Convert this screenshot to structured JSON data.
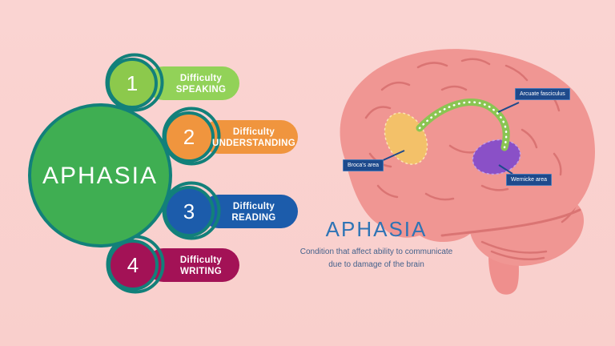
{
  "background_color": "#f9d1ce",
  "accent_color": "#12807a",
  "left_diagram": {
    "title": "APHASIA",
    "title_circle_color": "#3fae52",
    "items": [
      {
        "number": "1",
        "line1": "Difficulty",
        "line2": "SPEAKING",
        "circle_color": "#8cc94c",
        "pill_color": "#92d258"
      },
      {
        "number": "2",
        "line1": "Difficulty",
        "line2": "UNDERSTANDING",
        "circle_color": "#f0953e",
        "pill_color": "#f0953e"
      },
      {
        "number": "3",
        "line1": "Difficulty",
        "line2": "READING",
        "circle_color": "#1c5cab",
        "pill_color": "#1c5cab"
      },
      {
        "number": "4",
        "line1": "Difficulty",
        "line2": "WRITING",
        "circle_color": "#a31256",
        "pill_color": "#a31256"
      }
    ]
  },
  "brain_diagram": {
    "brain_color": "#f09693",
    "sulci_color": "#da7473",
    "label_bg_color": "#1e4a8c",
    "labels": {
      "broca": "Broca's area",
      "arcuate": "Arcuate fasciculus",
      "wernicke": "Wernicke area"
    },
    "regions": {
      "broca_color": "#f3c169",
      "wernicke_color": "#8a50c7",
      "arcuate_color": "#8ac552"
    }
  },
  "caption": {
    "title": "APHASIA",
    "line1": "Condition that affect ability to communicate",
    "line2": "due to damage of the brain",
    "title_color": "#2e74b5",
    "text_color": "#44618c"
  }
}
